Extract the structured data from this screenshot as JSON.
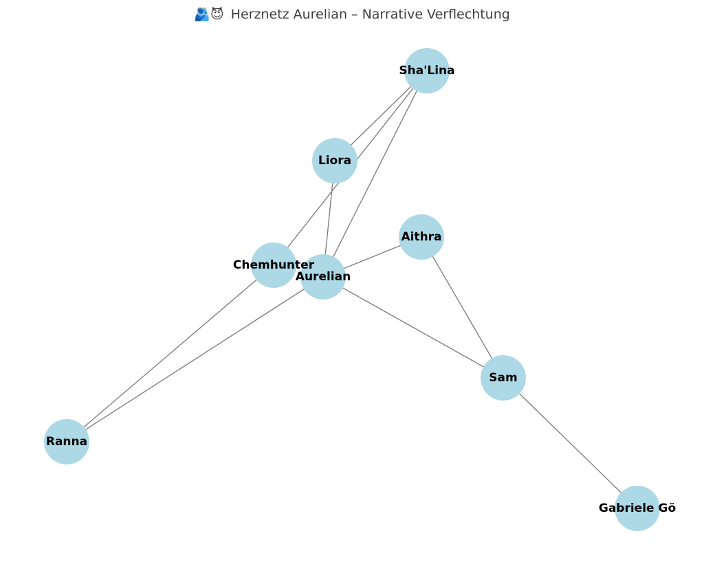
{
  "title": {
    "icon_symbols": "🫂😈",
    "text": "Herznetz Aurelian – Narrative Verflechtung"
  },
  "colors": {
    "node_fill": "#add8e6",
    "edge": "#808080",
    "label": "#000000",
    "title": "#3f3f3f"
  },
  "nodes": [
    {
      "id": "aurelian",
      "label": "Aurelian"
    },
    {
      "id": "shalina",
      "label": "Sha'Lina"
    },
    {
      "id": "liora",
      "label": "Liora"
    },
    {
      "id": "aithra",
      "label": "Aithra"
    },
    {
      "id": "chemhunter",
      "label": "Chemhunter"
    },
    {
      "id": "sam",
      "label": "Sam"
    },
    {
      "id": "ranna",
      "label": "Ranna"
    },
    {
      "id": "gabriele",
      "label": "Gabriele Gö"
    }
  ],
  "edges": [
    [
      "shalina",
      "liora"
    ],
    [
      "shalina",
      "chemhunter"
    ],
    [
      "shalina",
      "aurelian"
    ],
    [
      "liora",
      "aurelian"
    ],
    [
      "aithra",
      "aurelian"
    ],
    [
      "aithra",
      "sam"
    ],
    [
      "aurelian",
      "sam"
    ],
    [
      "aurelian",
      "ranna"
    ],
    [
      "chemhunter",
      "ranna"
    ],
    [
      "sam",
      "gabriele"
    ]
  ]
}
